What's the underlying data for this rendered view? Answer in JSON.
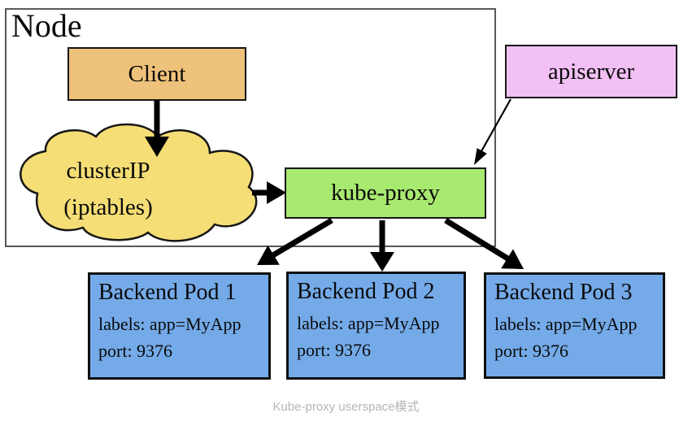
{
  "diagram": {
    "node": {
      "label": "Node"
    },
    "client": {
      "label": "Client"
    },
    "cluster_ip": {
      "line1": "clusterIP",
      "line2": "(iptables)"
    },
    "apiserver": {
      "label": "apiserver"
    },
    "kube_proxy": {
      "label": "kube-proxy"
    },
    "pods": [
      {
        "title": "Backend Pod 1",
        "labels": "labels: app=MyApp",
        "port": "port: 9376"
      },
      {
        "title": "Backend Pod 2",
        "labels": "labels: app=MyApp",
        "port": "port: 9376"
      },
      {
        "title": "Backend Pod 3",
        "labels": "labels: app=MyApp",
        "port": "port: 9376"
      }
    ],
    "caption": "Kube-proxy userspace模式",
    "colors": {
      "client_fill": "#EFC27B",
      "cloud_fill": "#F5DE75",
      "kube_proxy_fill": "#A8E96F",
      "apiserver_fill": "#F2C0F5",
      "pod_fill": "#74AAE8",
      "arrow": "#000000",
      "caption_text": "#B5B5B5"
    }
  }
}
